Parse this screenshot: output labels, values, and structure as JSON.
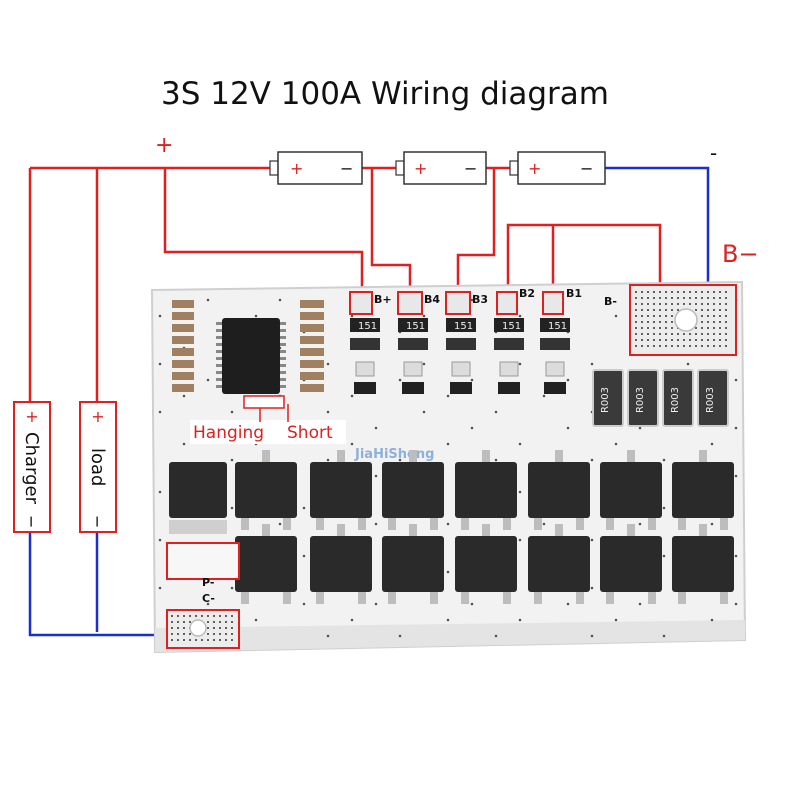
{
  "title": "3S 12V 100A Wiring diagram",
  "labels": {
    "top_plus": "+",
    "top_minus": "-",
    "b_minus": "B−",
    "hanging": "Hanging",
    "short": "Short",
    "watermark": "JiaHiSheng"
  },
  "batteries": [
    {
      "plus": "+",
      "minus": "−"
    },
    {
      "plus": "+",
      "minus": "−"
    },
    {
      "plus": "+",
      "minus": "−"
    }
  ],
  "pins": {
    "bplus": "B+",
    "b4": "B4",
    "b3": "B3",
    "b2": "B2",
    "b1": "B1",
    "bminus": "B-",
    "p": "P-",
    "c": "C-"
  },
  "charger": {
    "plus": "+",
    "name": "Charger",
    "minus": "−"
  },
  "load": {
    "plus": "+",
    "name": "load",
    "minus": "−"
  },
  "resistors": [
    "R003",
    "R003",
    "R003",
    "R003"
  ],
  "small_parts": [
    "151",
    "151",
    "151",
    "151",
    "151"
  ],
  "colors": {
    "wire_red": "#e02020",
    "wire_blue": "#1a2fd0",
    "board": "#f5f5f5",
    "mosfet": "#2a2a2a"
  }
}
